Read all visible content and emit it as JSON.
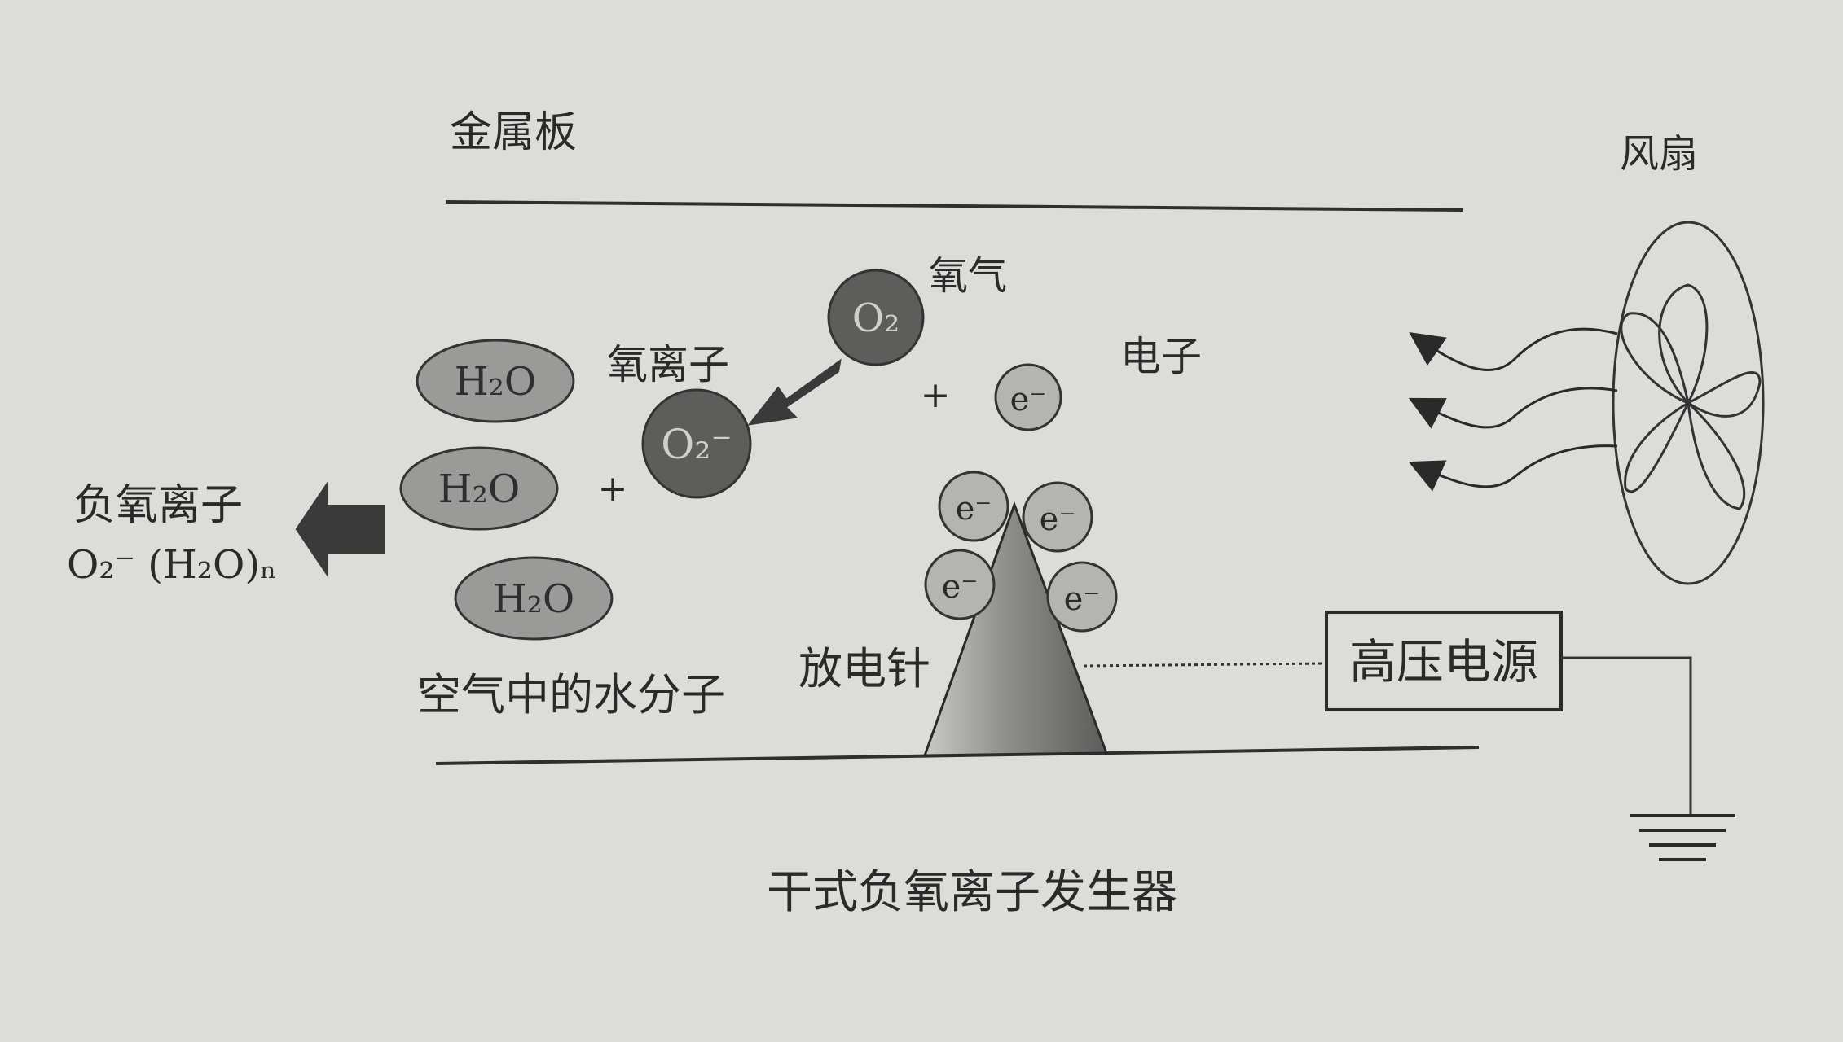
{
  "labels": {
    "metal_plate": "金属板",
    "fan": "风扇",
    "oxygen_gas": "氧气",
    "oxygen_ion": "氧离子",
    "electron": "电子",
    "negative_ion": "负氧离子",
    "water_in_air": "空气中的水分子",
    "discharge_needle": "放电针",
    "hv_power": "高压电源",
    "caption": "干式负氧离子发生器",
    "plus": "+"
  },
  "molecules": {
    "h2o": "H₂O",
    "o2": "O₂",
    "o2_ion": "O₂⁻",
    "electron": "e⁻"
  },
  "formula": "O₂⁻ (H₂O)ₙ",
  "colors": {
    "background": "#dcdcd9",
    "ink": "#2a2a2a",
    "water_fill": "#9a9a98",
    "oxygen_fill": "#5d5d5b",
    "electron_fill": "#b4b4b1",
    "arrow_fill": "#3a3a3a"
  }
}
